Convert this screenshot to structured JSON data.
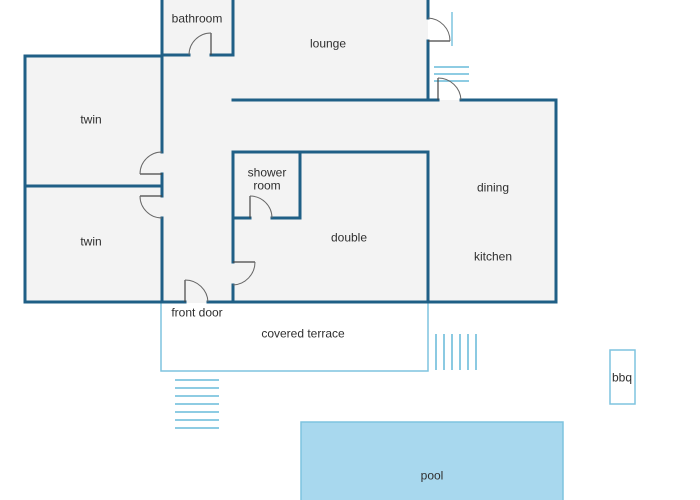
{
  "rooms": {
    "bathroom": "bathroom",
    "lounge": "lounge",
    "twin_top": "twin",
    "twin_bottom": "twin",
    "shower_line1": "shower",
    "shower_line2": "room",
    "double": "double",
    "dining": "dining",
    "kitchen": "kitchen",
    "front_door": "front door",
    "covered_terrace": "covered terrace",
    "bbq": "bbq",
    "pool": "pool"
  },
  "colors": {
    "wall": "#1f5f86",
    "room_fill": "#f3f3f3",
    "outline_light": "#7ec4df",
    "pool_fill": "#a8d8ee"
  }
}
